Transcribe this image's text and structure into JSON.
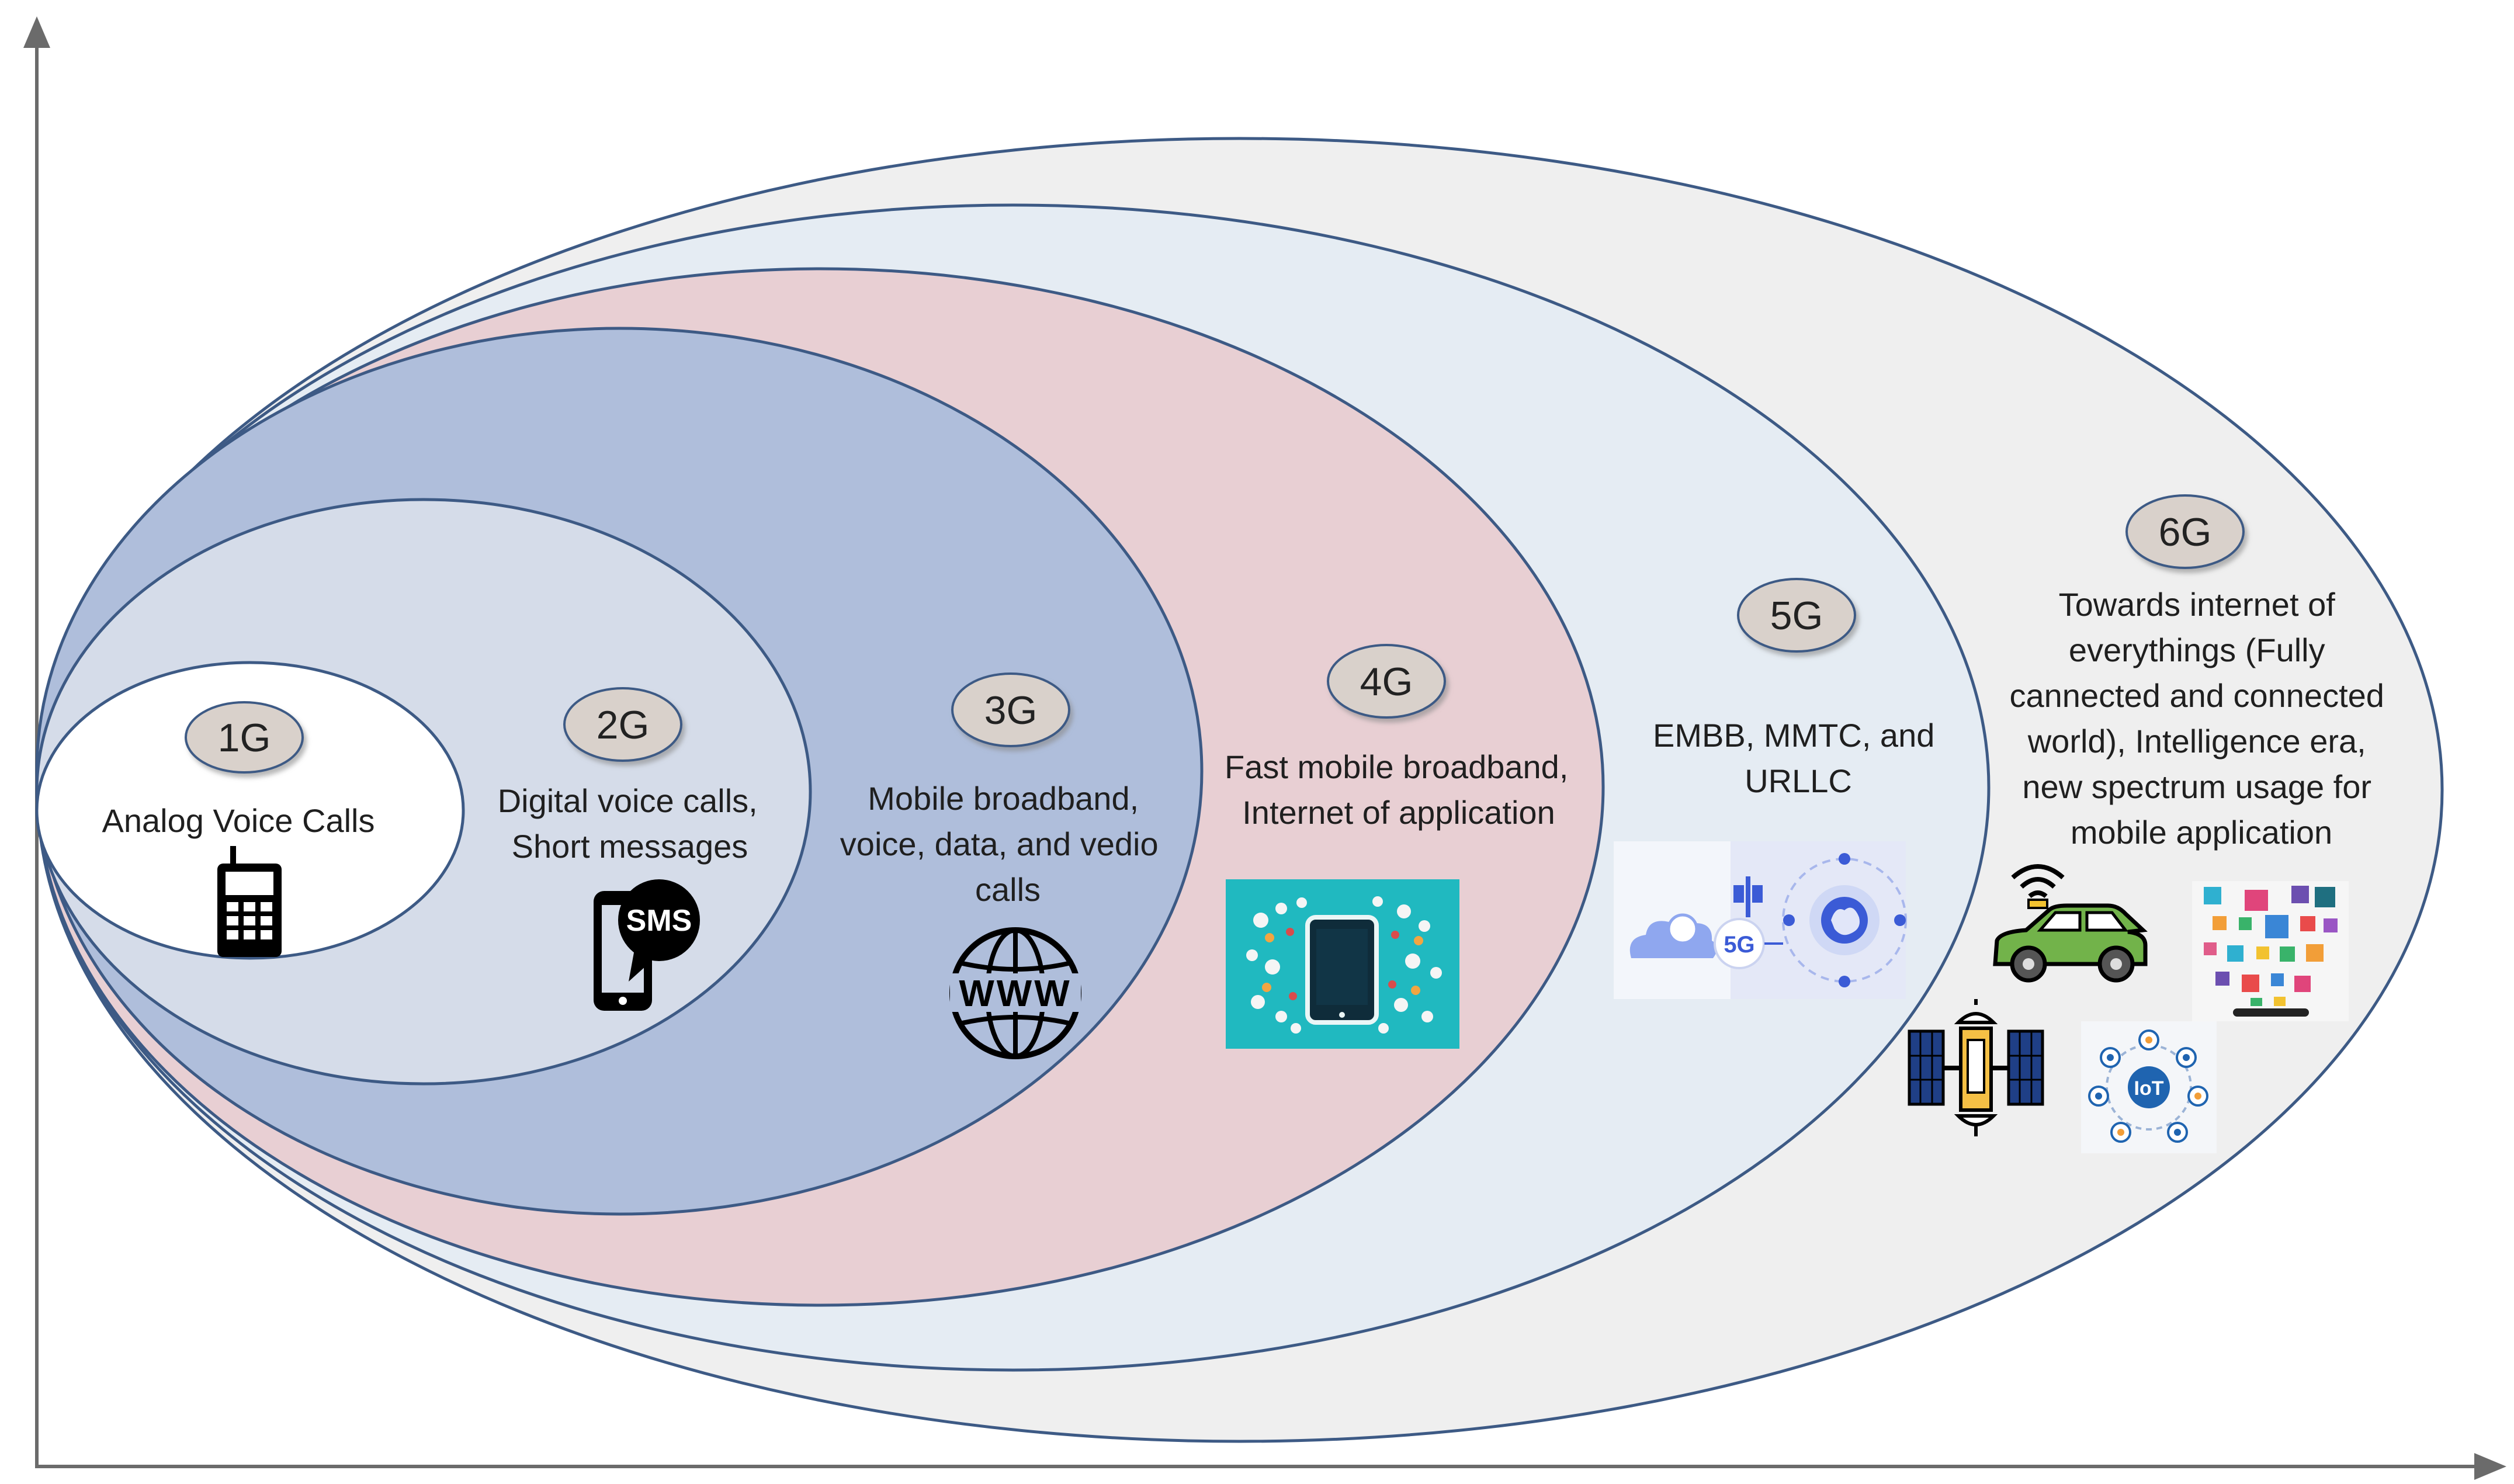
{
  "generations": [
    {
      "id": "6G",
      "label": "6G",
      "lines": [
        "Towards internet of",
        "everythings (Fully",
        "cannected and connected",
        "world), Intelligence era,",
        "new  spectrum usage for",
        "mobile application"
      ],
      "fill": "#efefef",
      "icons": [
        "connected-car-icon",
        "app-collage-icon",
        "satellite-icon",
        "iot-network-icon"
      ]
    },
    {
      "id": "5G",
      "label": "5G",
      "lines": [
        "EMBB, MMTC, and",
        "URLLC"
      ],
      "fill": "#e5ecf3",
      "icons": [
        "5g-network-illustration-icon"
      ]
    },
    {
      "id": "4G",
      "label": "4G",
      "lines": [
        "Fast mobile broadband,",
        "Internet of application"
      ],
      "fill": "#e8cfd3",
      "icons": [
        "tablet-apps-illustration-icon"
      ]
    },
    {
      "id": "3G",
      "label": "3G",
      "lines": [
        "Mobile broadband,",
        "voice, data, and vedio",
        "calls"
      ],
      "fill": "#afbedb",
      "icons": [
        "www-globe-icon"
      ]
    },
    {
      "id": "2G",
      "label": "2G",
      "lines": [
        "Digital voice calls,",
        "Short messages"
      ],
      "fill": "#d5dce9",
      "icons": [
        "sms-phone-icon"
      ],
      "icon_text": "SMS"
    },
    {
      "id": "1G",
      "label": "1G",
      "lines": [
        "Analog Voice Calls"
      ],
      "fill": "#ffffff",
      "icons": [
        "mobile-phone-icon"
      ]
    }
  ],
  "illustrations": {
    "five_g_badge": "5G",
    "iot_badge": "IoT"
  },
  "colors": {
    "ellipse_stroke": "#3d5a85",
    "label_bubble": "#d9d1cb",
    "axis": "#6b6b6b",
    "text": "#1f1f1f"
  }
}
